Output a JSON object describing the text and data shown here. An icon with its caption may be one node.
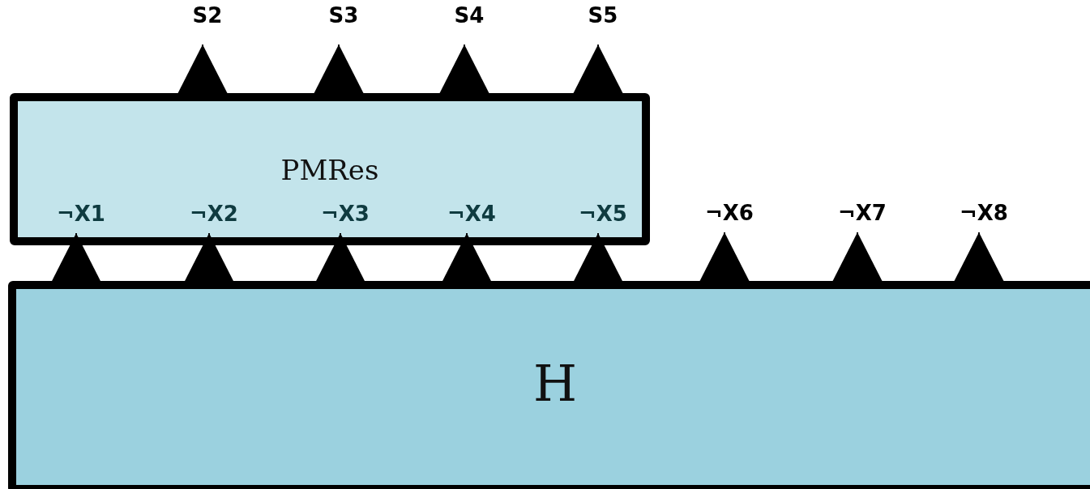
{
  "diagram": {
    "nodes": [
      {
        "text": [
          "PMRes"
        ]
      },
      {
        "text": [
          "H"
        ]
      }
    ],
    "edges": [
      {
        "from": 1,
        "to": 0,
        "arrow": "to",
        "label": "¬X1"
      },
      {
        "from": 1,
        "to": 0,
        "arrow": "to",
        "label": "¬X2"
      },
      {
        "from": 1,
        "to": 0,
        "arrow": "to",
        "label": "¬X3"
      },
      {
        "from": 1,
        "to": 0,
        "arrow": "to",
        "label": "¬X4"
      },
      {
        "from": 1,
        "to": 0,
        "arrow": "to",
        "label": "¬X5"
      },
      {
        "from": 1,
        "to": null,
        "arrow": "to",
        "label": "¬X6"
      },
      {
        "from": 1,
        "to": null,
        "arrow": "to",
        "label": "¬X7"
      },
      {
        "from": 1,
        "to": null,
        "arrow": "to",
        "label": "¬X8"
      },
      {
        "from": 0,
        "to": null,
        "arrow": "to",
        "label": "S2"
      },
      {
        "from": 0,
        "to": null,
        "arrow": "to",
        "label": "S3"
      },
      {
        "from": 0,
        "to": null,
        "arrow": "to",
        "label": "S4"
      },
      {
        "from": 0,
        "to": null,
        "arrow": "to",
        "label": "S5"
      }
    ]
  }
}
